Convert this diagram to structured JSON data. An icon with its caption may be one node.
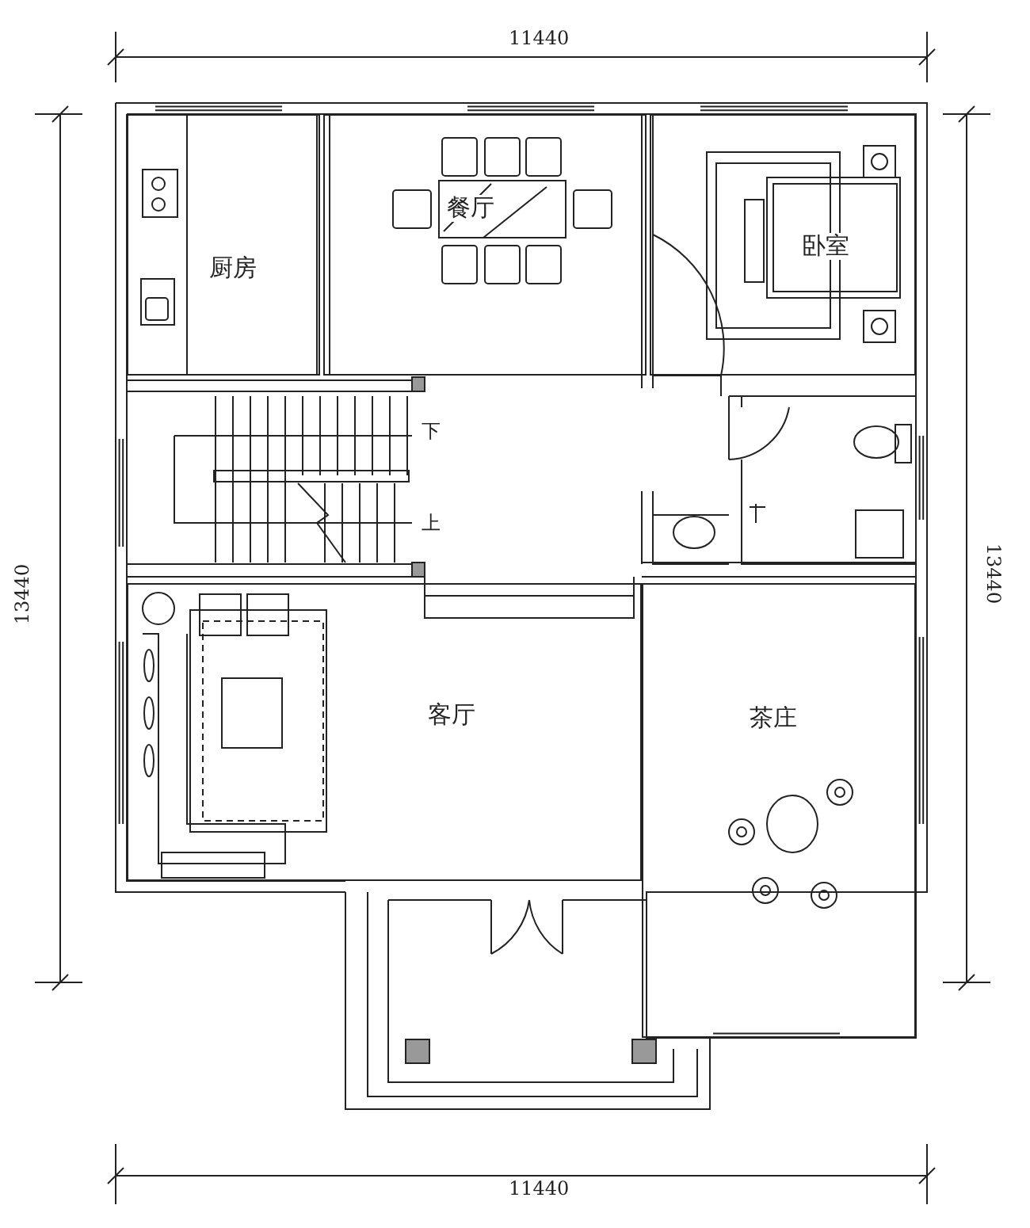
{
  "diagram": {
    "nodes": [
      {
        "text": [
          "厨房"
        ]
      },
      {
        "text": [
          "餐厅"
        ]
      },
      {
        "text": [
          "卧室"
        ]
      },
      {
        "text": [
          "客厅"
        ]
      },
      {
        "text": [
          "茶庄"
        ]
      }
    ],
    "labels": [
      "11440",
      "13440",
      "下",
      "上",
      "13440",
      "11440"
    ]
  }
}
